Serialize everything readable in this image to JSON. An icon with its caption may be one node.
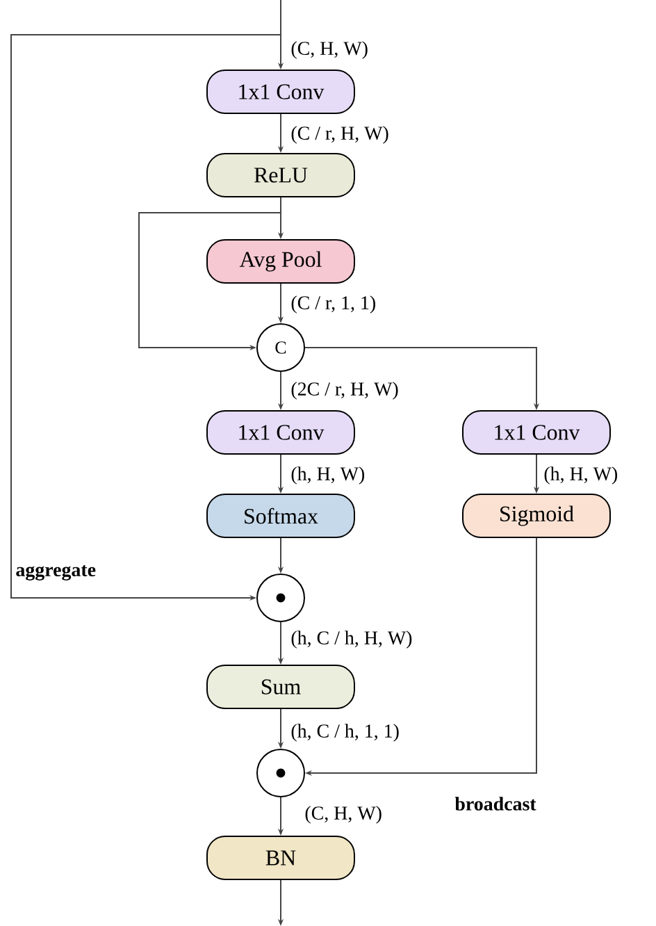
{
  "diagram": {
    "nodes": [
      {
        "text": [
          "1x1 Conv"
        ]
      },
      {
        "text": [
          "ReLU"
        ]
      },
      {
        "text": [
          "Avg Pool"
        ]
      },
      {
        "text": [
          "C"
        ]
      },
      {
        "text": [
          "1x1 Conv"
        ]
      },
      {
        "text": [
          "1x1 Conv"
        ]
      },
      {
        "text": [
          "Softmax"
        ]
      },
      {
        "text": [
          "Sigmoid"
        ]
      },
      {
        "text": [],
        "shape": "circle"
      },
      {
        "text": [
          "Sum"
        ]
      },
      {
        "text": [],
        "shape": "circle"
      },
      {
        "text": [
          "BN"
        ]
      }
    ],
    "edges": [
      {
        "from": null,
        "to": 0,
        "arrow": "to",
        "label": "(C, H, W)"
      },
      {
        "from": null,
        "to": 8,
        "arrow": "to",
        "label": "aggregate"
      },
      {
        "from": 0,
        "to": 1,
        "arrow": "to",
        "label": "(C / r, H, W)"
      },
      {
        "from": 1,
        "to": 2,
        "arrow": "to"
      },
      {
        "from": 1,
        "to": 3,
        "arrow": "to"
      },
      {
        "from": 2,
        "to": 3,
        "arrow": "to",
        "label": "(C / r, 1, 1)"
      },
      {
        "from": 3,
        "to": 4,
        "arrow": "to",
        "label": "(2C / r, H, W)"
      },
      {
        "from": 3,
        "to": 5,
        "arrow": "to"
      },
      {
        "from": 4,
        "to": 6,
        "arrow": "to",
        "label": "(h, H, W)"
      },
      {
        "from": 5,
        "to": 7,
        "arrow": "to",
        "label": "(h, H, W)"
      },
      {
        "from": 6,
        "to": 8,
        "arrow": "to"
      },
      {
        "from": 8,
        "to": 9,
        "arrow": "to",
        "label": "(h, C / h, H, W)"
      },
      {
        "from": 9,
        "to": 10,
        "arrow": "to",
        "label": "(h, C / h, 1, 1)"
      },
      {
        "from": 7,
        "to": 10,
        "arrow": "to",
        "label": "broadcast"
      },
      {
        "from": 10,
        "to": 11,
        "arrow": "to",
        "label": "(C, H, W)"
      },
      {
        "from": 11,
        "to": null,
        "arrow": "to"
      }
    ]
  }
}
